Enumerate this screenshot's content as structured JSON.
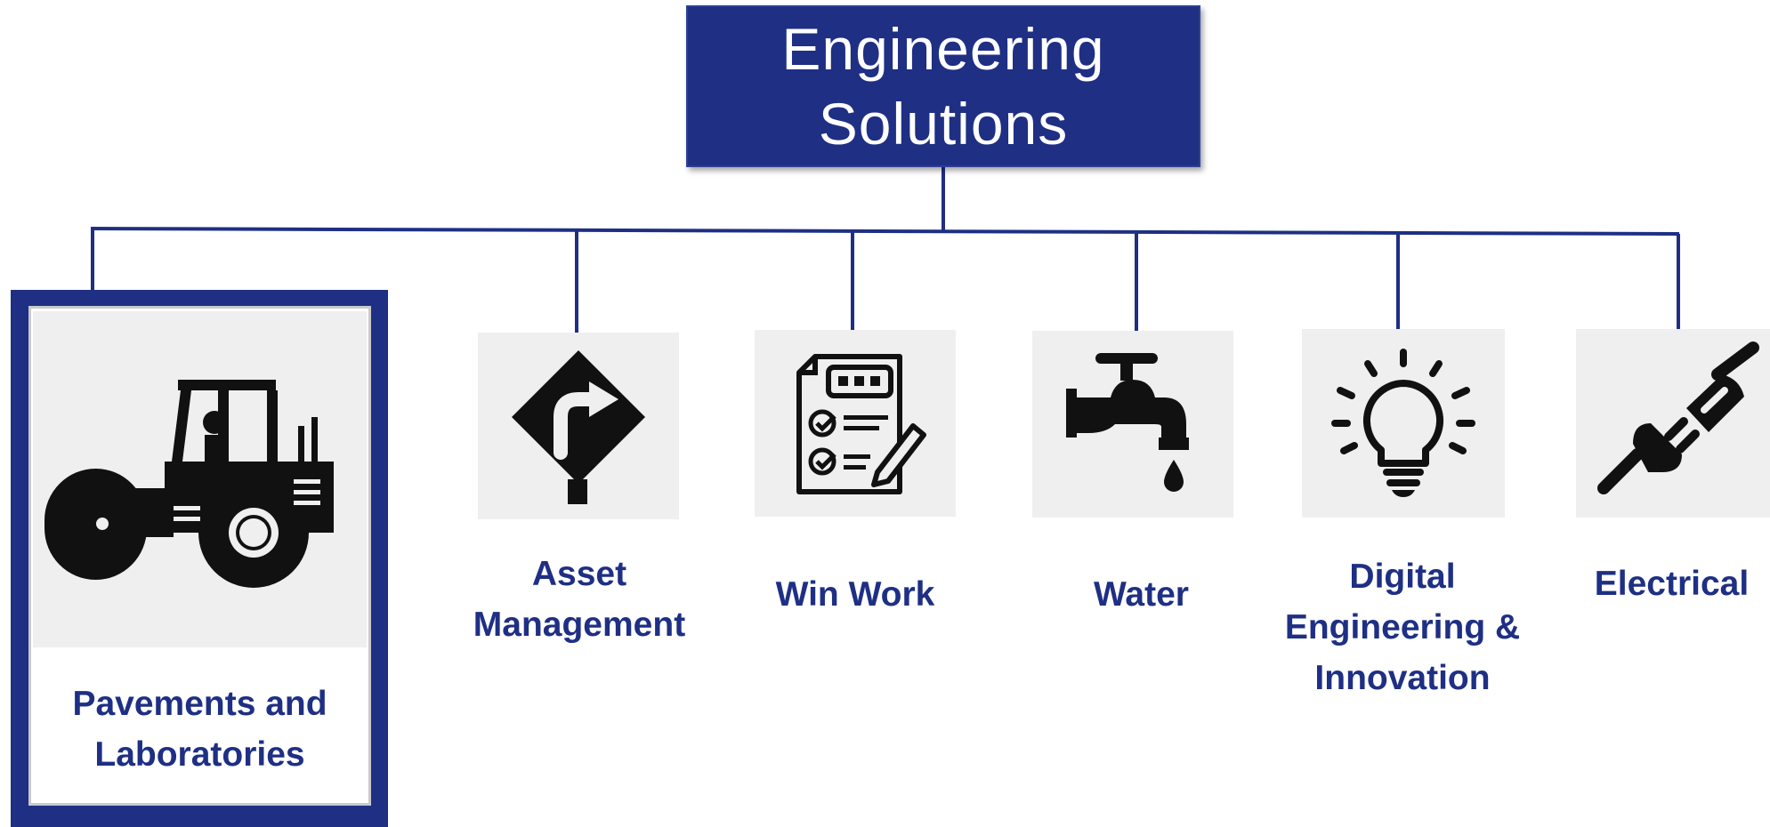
{
  "root": {
    "line1": "Engineering",
    "line2": "Solutions"
  },
  "children": [
    {
      "lines": [
        "Pavements and",
        "Laboratories"
      ],
      "icon": "road-roller-icon",
      "selected": true
    },
    {
      "lines": [
        "Asset",
        "Management"
      ],
      "icon": "turn-right-sign-icon"
    },
    {
      "lines": [
        "Win Work"
      ],
      "icon": "checklist-document-icon"
    },
    {
      "lines": [
        "Water"
      ],
      "icon": "water-tap-icon"
    },
    {
      "lines": [
        "Digital",
        "Engineering &",
        "Innovation"
      ],
      "icon": "light-bulb-icon"
    },
    {
      "lines": [
        "Electrical"
      ],
      "icon": "electrical-plug-icon"
    }
  ],
  "colors": {
    "primary": "#1e2f84",
    "tile": "#efefef",
    "icon": "#111111"
  }
}
